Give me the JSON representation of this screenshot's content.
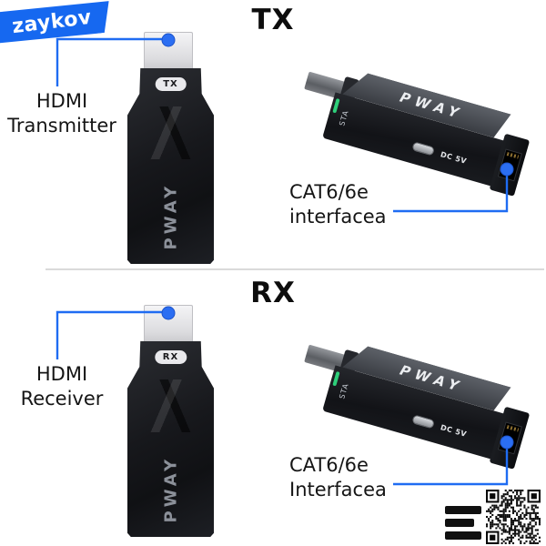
{
  "watermark": {
    "label": "zaykov",
    "color": "#1668f0"
  },
  "colors": {
    "accent": "#1f6cf2",
    "device_black": "#17181c"
  },
  "sections": {
    "tx": {
      "heading": "TX",
      "device_badge": "TX",
      "brand": "PWAY",
      "hdmi_label_line1": "HDMI",
      "hdmi_label_line2": "Transmitter",
      "cat_label_line1": "CAT6/6e",
      "cat_label_line2": "interfacea",
      "side_brand": "PWAY",
      "side_sta": "STA",
      "side_dc": "DC 5V"
    },
    "rx": {
      "heading": "RX",
      "device_badge": "RX",
      "brand": "PWAY",
      "hdmi_label_line1": "HDMI",
      "hdmi_label_line2": "Receiver",
      "cat_label_line1": "CAT6/6e",
      "cat_label_line2": "Interfacea",
      "side_brand": "PWAY",
      "side_sta": "STA",
      "side_dc": "DC 5V"
    }
  }
}
